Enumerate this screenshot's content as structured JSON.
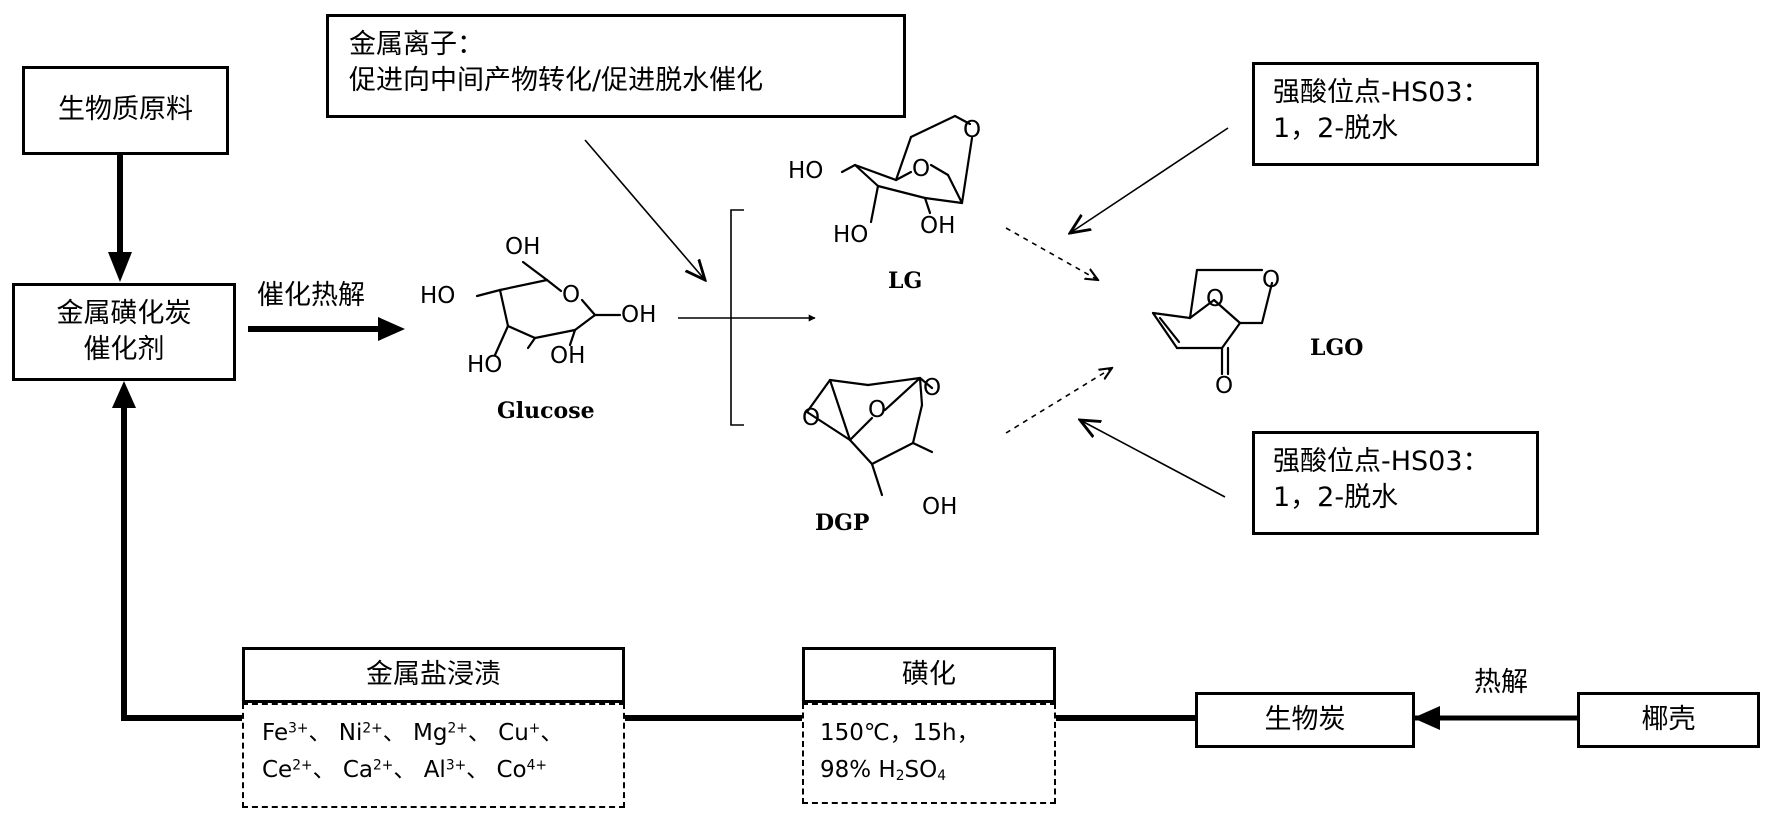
{
  "boxes": {
    "biomass": "生物质原料",
    "catalyst_line1": "金属磺化炭",
    "catalyst_line2": "催化剂",
    "metal_ion_line1": "金属离子：",
    "metal_ion_line2": "促进向中间产物转化/促进脱水催化",
    "strong_acid_top_line1": "强酸位点-HS03：",
    "strong_acid_top_line2": "1，2-脱水",
    "strong_acid_bottom_line1": "强酸位点-HS03：",
    "strong_acid_bottom_line2": "1，2-脱水",
    "impregnation": "金属盐浸渍",
    "sulfonation": "磺化",
    "biochar": "生物炭",
    "coconut_shell": "椰壳"
  },
  "labels": {
    "catalytic_pyrolysis": "催化热解",
    "pyrolysis": "热解"
  },
  "molecules": {
    "glucose": "Glucose",
    "lg": "LG",
    "dgp": "DGP",
    "lgo": "LGO",
    "atom_o": "O",
    "atom_ho": "HO",
    "atom_oh": "OH"
  },
  "ions": {
    "fe": {
      "el": "Fe",
      "ch": "3+"
    },
    "ni": {
      "el": "Ni",
      "ch": "2+"
    },
    "mg": {
      "el": "Mg",
      "ch": "2+"
    },
    "cu": {
      "el": "Cu",
      "ch": "+"
    },
    "ce": {
      "el": "Ce",
      "ch": "2+"
    },
    "ca": {
      "el": "Ca",
      "ch": "2+"
    },
    "al": {
      "el": "Al",
      "ch": "3+"
    },
    "co": {
      "el": "Co",
      "ch": "4+"
    },
    "sep": "、"
  },
  "conditions": {
    "line1": "150℃，15h，",
    "pct": "98% H",
    "h_sub": "2",
    "so": "SO",
    "o_sub": "4"
  }
}
